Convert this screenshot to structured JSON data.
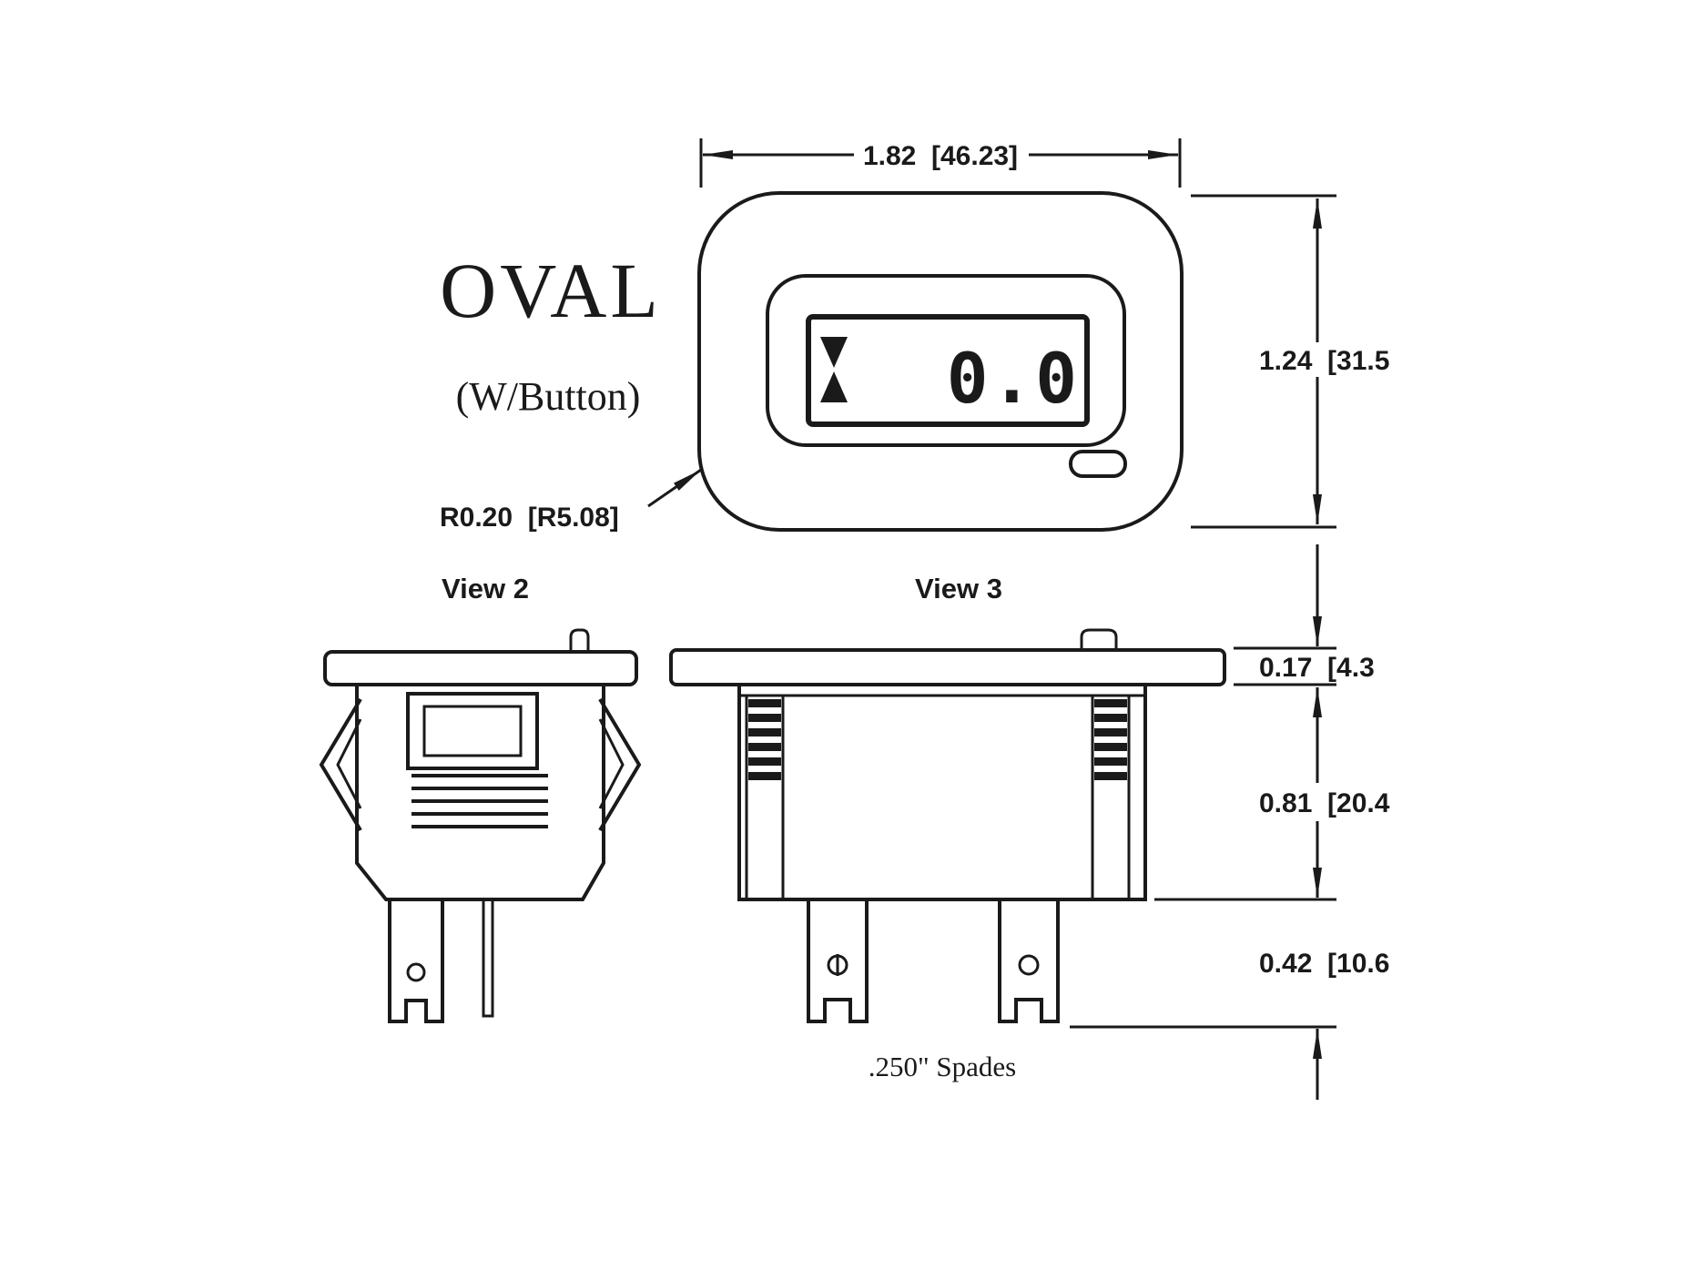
{
  "drawing": {
    "product_title": "OVAL",
    "product_subtitle": "(W/Button)",
    "display_value": "0.0",
    "callout_radius": "R0.20  [R5.08]",
    "dims": {
      "width": "1.82  [46.23]",
      "height": "1.24  [31.5",
      "flange_thickness": "0.17  [4.3",
      "body_depth": "0.81  [20.4",
      "terminal_length": "0.42  [10.6"
    },
    "views": {
      "view2_label": "View 2",
      "view3_label": "View 3"
    },
    "note_spades": ".250\" Spades",
    "colors": {
      "line": "#1a1a1a",
      "background": "#ffffff"
    }
  }
}
